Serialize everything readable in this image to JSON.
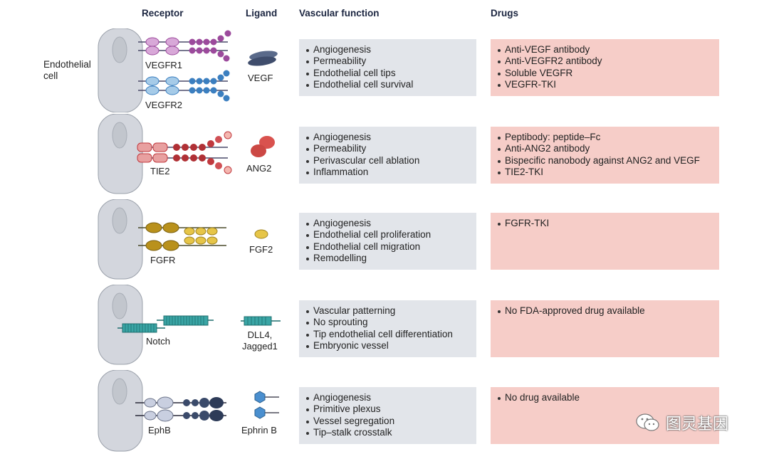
{
  "headers": {
    "receptor": "Receptor",
    "ligand": "Ligand",
    "function": "Vascular function",
    "drugs": "Drugs"
  },
  "endothelial_label": "Endothelial cell",
  "rows": [
    {
      "receptors": [
        "VEGFR1",
        "VEGFR2"
      ],
      "ligand": "VEGF",
      "functions": [
        "Angiogenesis",
        "Permeability",
        "Endothelial cell tips",
        "Endothelial cell survival"
      ],
      "drugs": [
        "Anti-VEGF antibody",
        "Anti-VEGFR2 antibody",
        "Soluble VEGFR",
        "VEGFR-TKI"
      ]
    },
    {
      "receptors": [
        "TIE2"
      ],
      "ligand": "ANG2",
      "functions": [
        "Angiogenesis",
        "Permeability",
        "Perivascular cell ablation",
        "Inflammation"
      ],
      "drugs": [
        "Peptibody: peptide–Fc",
        "Anti-ANG2 antibody",
        "Bispecific nanobody against ANG2 and VEGF",
        "TIE2-TKI"
      ]
    },
    {
      "receptors": [
        "FGFR"
      ],
      "ligand": "FGF2",
      "functions": [
        "Angiogenesis",
        "Endothelial cell proliferation",
        "Endothelial cell migration",
        "Remodelling"
      ],
      "drugs": [
        "FGFR-TKI"
      ]
    },
    {
      "receptors": [
        "Notch"
      ],
      "ligand_lines": [
        "DLL4,",
        "Jagged1"
      ],
      "functions": [
        "Vascular patterning",
        "No sprouting",
        "Tip endothelial cell differentiation",
        "Embryonic vessel"
      ],
      "drugs": [
        "No FDA-approved drug available"
      ]
    },
    {
      "receptors": [
        "EphB"
      ],
      "ligand": "Ephrin B",
      "functions": [
        "Angiogenesis",
        "Primitive plexus",
        "Vessel segregation",
        "Tip–stalk crosstalk"
      ],
      "drugs": [
        "No drug available"
      ]
    }
  ],
  "watermark": "图灵基因",
  "colors": {
    "cell_fill": "#d3d6dd",
    "function_box": "#e2e5ea",
    "drug_box": "#f6cdc8",
    "vegfr1": "#9c4a9c",
    "vegfr2": "#3b7fc0",
    "tie2": "#c0393e",
    "fgfr": "#c9a226",
    "notch": "#3aa5a5",
    "ephb": "#3a4a6a"
  }
}
